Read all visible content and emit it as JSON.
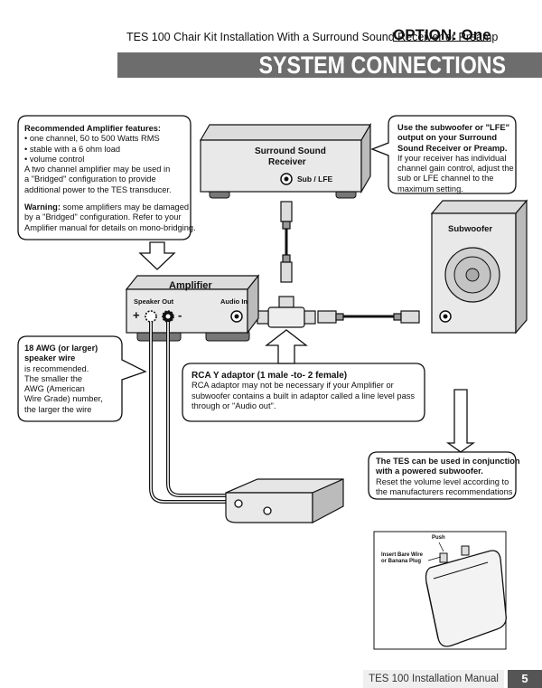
{
  "header": {
    "subtitle": "TES 100 Chair Kit Installation With a Surround Sound Receiver or Preamp",
    "option": "OPTION: One",
    "banner": "SYSTEM CONNECTIONS"
  },
  "callouts": {
    "amplifier_features": {
      "title": "Recommended Amplifier features:",
      "lines": [
        "• one channel, 50 to 500 Watts RMS",
        "• stable with a 6 ohm load",
        "• volume control",
        "A two channel amplifier may be used in",
        "a \"Bridged\" configuration to provide",
        "additional power to the TES transducer."
      ],
      "warning_label": "Warning:",
      "warning_lines": [
        " some amplifiers may be damaged",
        "by a \"Bridged\" configuration. Refer to your",
        "Amplifier manual for details on mono-bridging."
      ]
    },
    "subwoofer_output": {
      "bold_lines": [
        "Use the subwoofer or \"LFE\"",
        "output on your Surround",
        "Sound Receiver or Preamp."
      ],
      "lines": [
        "If your receiver has individual",
        "channel gain control, adjust the",
        "sub or LFE channel to the",
        "maximum setting."
      ]
    },
    "speaker_wire": {
      "bold_lines": [
        "18 AWG (or larger)",
        "speaker wire"
      ],
      "lines": [
        "is recommended.",
        "The smaller the",
        " AWG (American",
        "Wire Grade) number,",
        "the larger the wire"
      ]
    },
    "rca_adaptor": {
      "title": "RCA  Y adaptor (1 male -to- 2 female)",
      "lines": [
        "RCA adaptor may not be necessary if your Amplifier or",
        "subwoofer contains a built in adaptor called a line level pass",
        "through or \"Audio out\"."
      ]
    },
    "powered_sub": {
      "bold_lines": [
        "The TES can be used in conjunction",
        "with a powered subwoofer."
      ],
      "lines": [
        "Reset  the volume level according to",
        "the manufacturers recommendations"
      ]
    }
  },
  "devices": {
    "receiver": {
      "title_line1": "Surround Sound",
      "title_line2": "Receiver",
      "port": "Sub / LFE"
    },
    "amplifier": {
      "title": "Amplifier",
      "speaker_out": "Speaker Out",
      "audio_in": "Audio In",
      "plus": "+",
      "minus": "-"
    },
    "subwoofer": {
      "title": "Subwoofer"
    }
  },
  "inset": {
    "push": "Push",
    "insert_line1": "Insert Bare Wire",
    "insert_line2": "or Banana Plug"
  },
  "footer": {
    "manual": "TES 100 Installation Manual",
    "page": "5"
  },
  "colors": {
    "banner": "#6d6d6d",
    "device_fill": "#e9e9e9",
    "footer_box": "#555555"
  }
}
